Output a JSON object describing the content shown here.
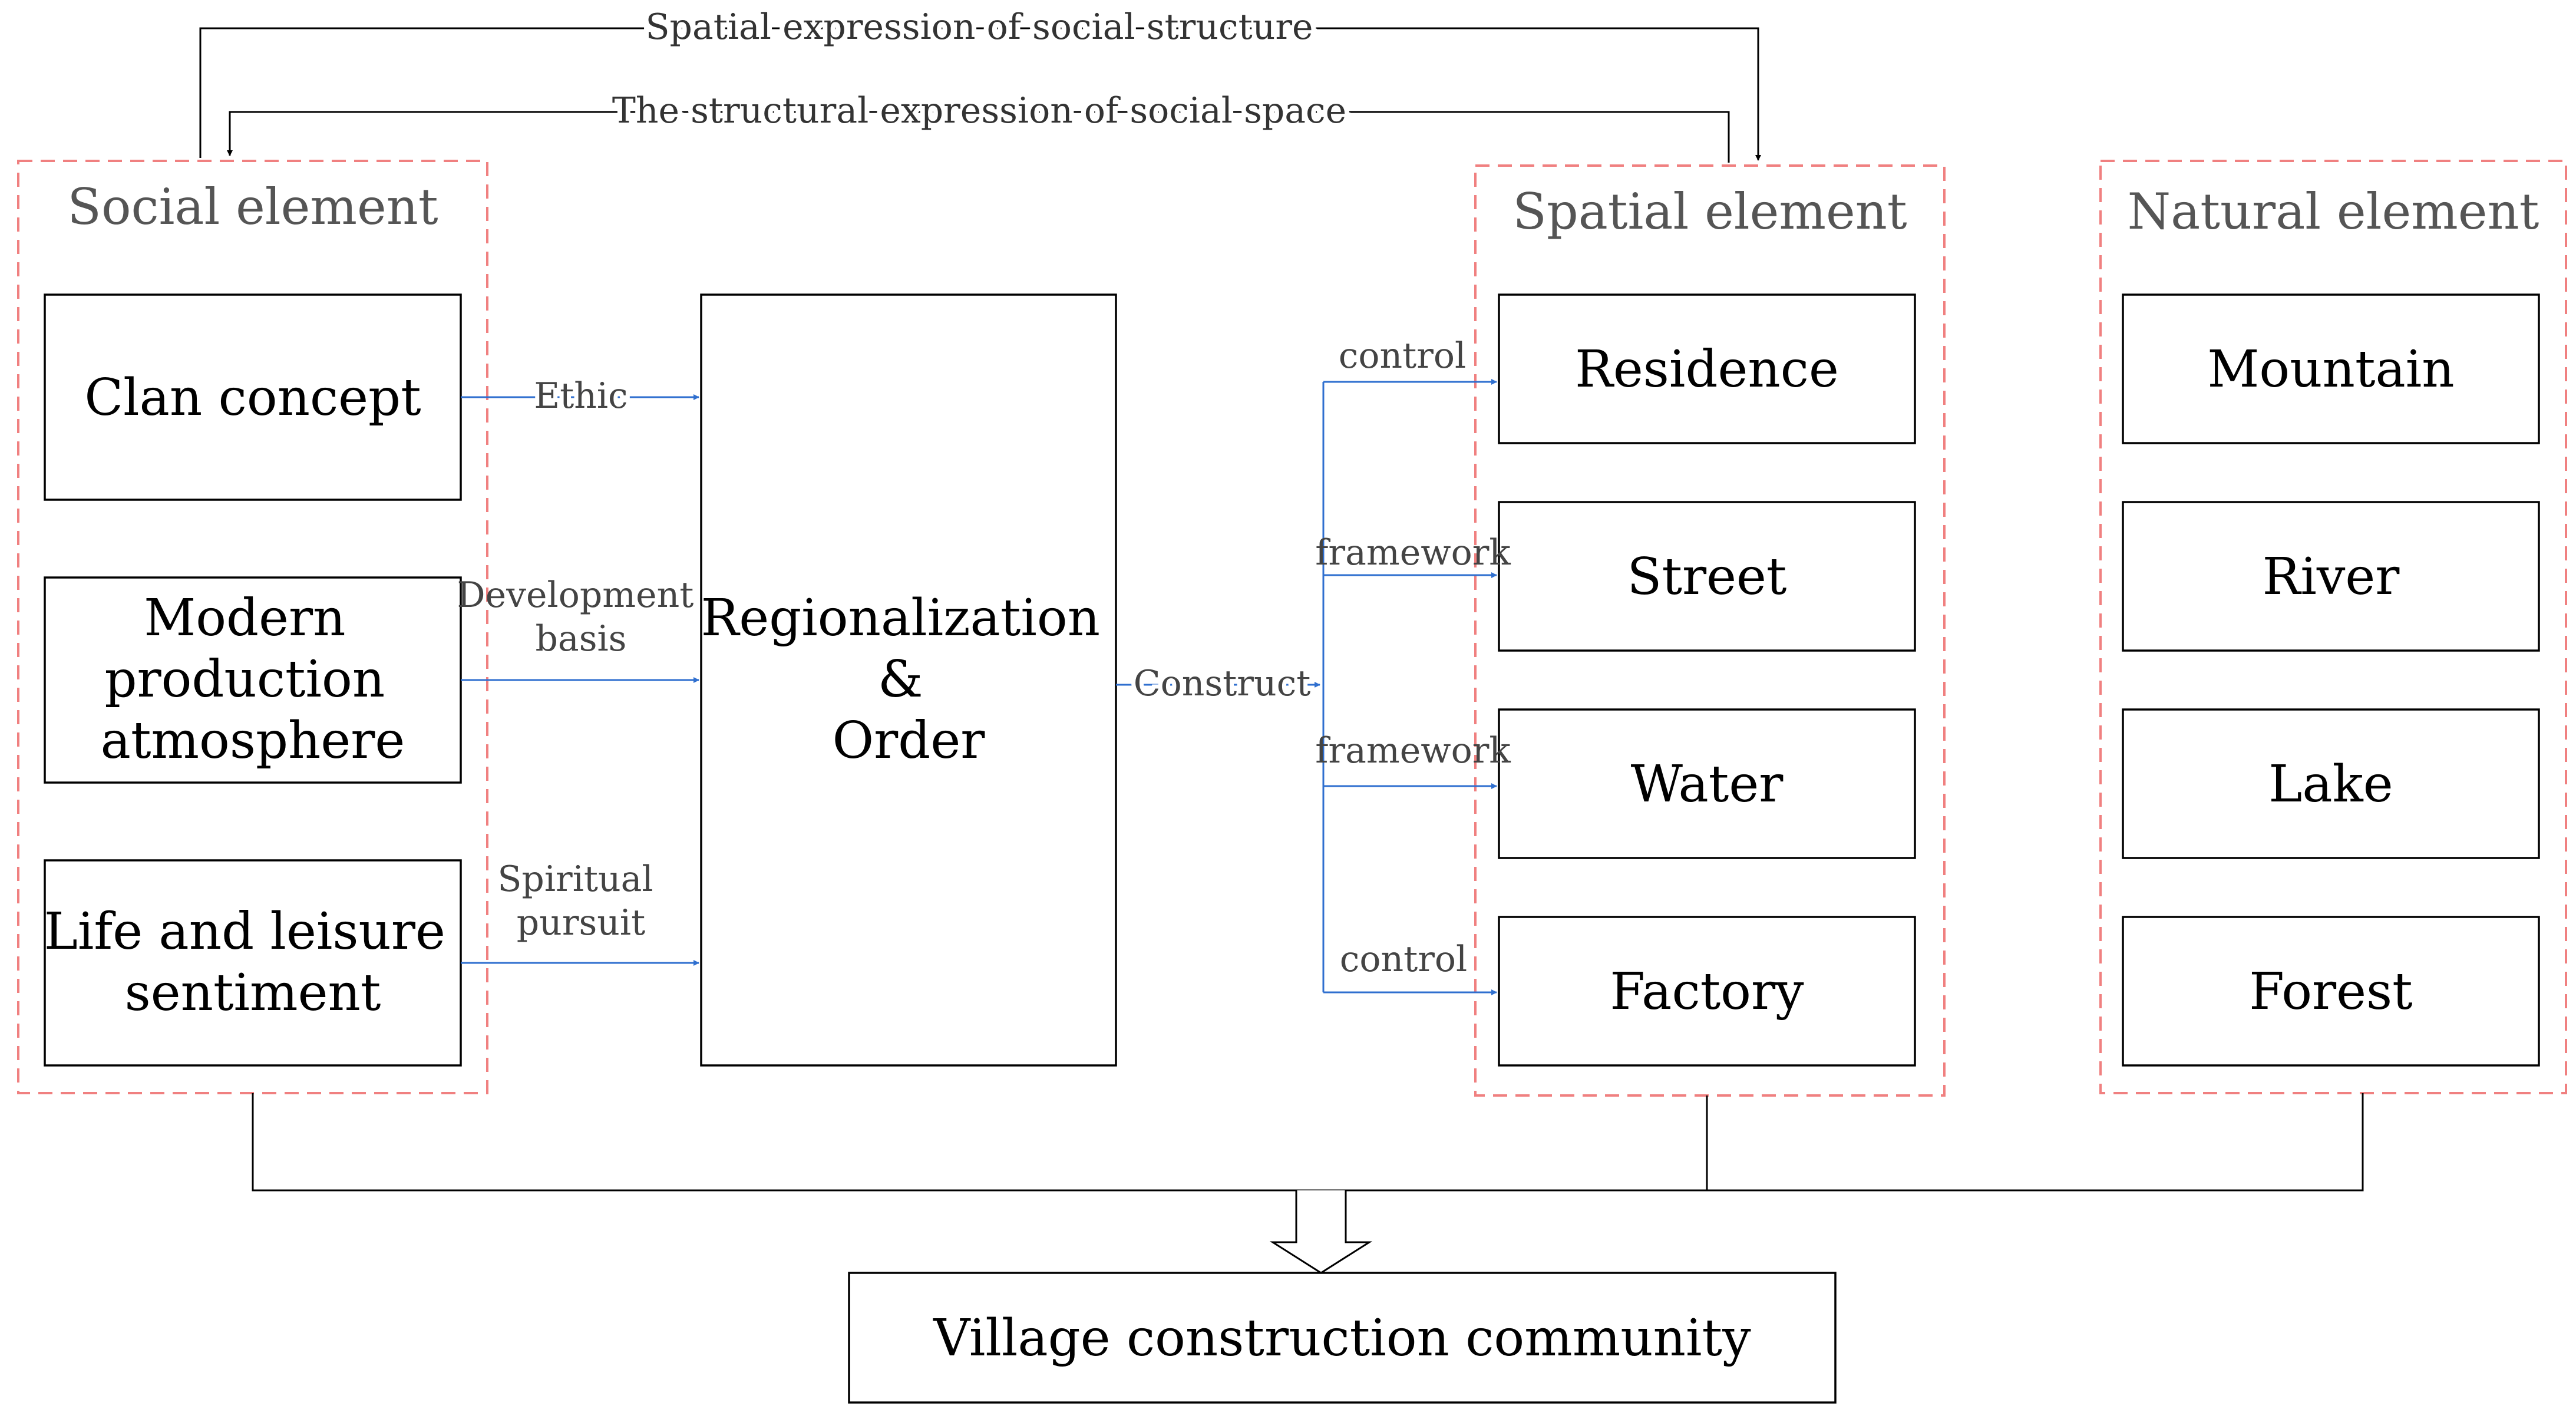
{
  "groups": {
    "social": "Social element",
    "spatial": "Spatial element",
    "natural": "Natural element"
  },
  "social_items": {
    "clan": "Clan concept",
    "modern": [
      "Modern",
      "production",
      "atmosphere"
    ],
    "life": [
      "Life and leisure",
      "sentiment"
    ]
  },
  "center": [
    "Regionalization",
    "&",
    "Order"
  ],
  "spatial_items": [
    "Residence",
    "Street",
    "Water",
    "Factory"
  ],
  "natural_items": [
    "Mountain",
    "River",
    "Lake",
    "Forest"
  ],
  "result": "Village construction community",
  "edges": {
    "ethic": "Ethic",
    "development": [
      "Development",
      "basis"
    ],
    "spiritual": [
      "Spiritual",
      "pursuit"
    ],
    "construct": "Construct",
    "residence": "control",
    "street": "framework",
    "water": "framework",
    "factory": "control"
  },
  "feedback": {
    "top": "Spatial expression of social structure",
    "second": "The structural expression of social space"
  },
  "colors": {
    "dashed_border": "#f08080",
    "flow_arrow": "#2f6fcf",
    "box_border": "#000000"
  }
}
